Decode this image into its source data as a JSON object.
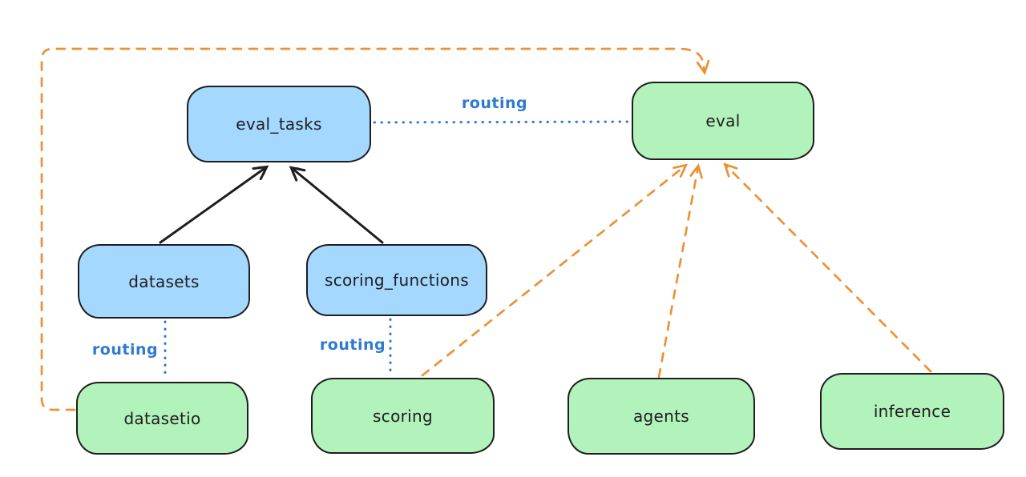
{
  "diagram": {
    "colors": {
      "blue_fill": "#a5d8ff",
      "green_fill": "#b2f2bb",
      "stroke": "#1e1e1e",
      "routing_blue": "#2f7ad1",
      "orange": "#ec9136",
      "bg": "#ffffff"
    },
    "nodes": [
      {
        "id": "eval_tasks",
        "label": "eval_tasks",
        "fill": "blue"
      },
      {
        "id": "eval",
        "label": "eval",
        "fill": "green"
      },
      {
        "id": "datasets",
        "label": "datasets",
        "fill": "blue"
      },
      {
        "id": "scoring_functions",
        "label": "scoring_functions",
        "fill": "blue"
      },
      {
        "id": "datasetio",
        "label": "datasetio",
        "fill": "green"
      },
      {
        "id": "scoring",
        "label": "scoring",
        "fill": "green"
      },
      {
        "id": "agents",
        "label": "agents",
        "fill": "green"
      },
      {
        "id": "inference",
        "label": "inference",
        "fill": "green"
      }
    ],
    "edges": [
      {
        "from": "datasets",
        "to": "eval_tasks",
        "style": "solid-arrow",
        "color": "#1e1e1e",
        "label": ""
      },
      {
        "from": "scoring_functions",
        "to": "eval_tasks",
        "style": "solid-arrow",
        "color": "#1e1e1e",
        "label": ""
      },
      {
        "from": "eval_tasks",
        "to": "eval",
        "style": "dotted",
        "color": "#2f7ad1",
        "label": "routing"
      },
      {
        "from": "datasets",
        "to": "datasetio",
        "style": "dotted",
        "color": "#2f7ad1",
        "label": "routing"
      },
      {
        "from": "scoring_functions",
        "to": "scoring",
        "style": "dotted",
        "color": "#2f7ad1",
        "label": "routing"
      },
      {
        "from": "datasetio",
        "to": "eval",
        "style": "dashed-arrow",
        "color": "#ec9136",
        "label": ""
      },
      {
        "from": "scoring",
        "to": "eval",
        "style": "dashed-arrow",
        "color": "#ec9136",
        "label": ""
      },
      {
        "from": "agents",
        "to": "eval",
        "style": "dashed-arrow",
        "color": "#ec9136",
        "label": ""
      },
      {
        "from": "inference",
        "to": "eval",
        "style": "dashed-arrow",
        "color": "#ec9136",
        "label": ""
      }
    ]
  }
}
